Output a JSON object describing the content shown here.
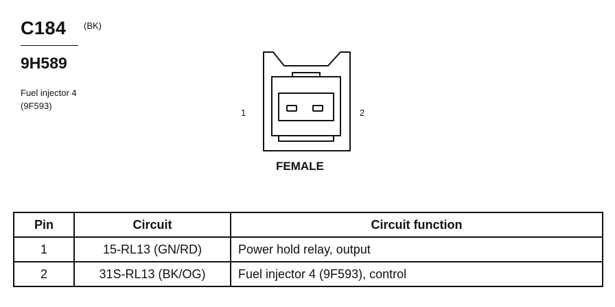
{
  "header": {
    "connector_id": "C184",
    "connector_color": "(BK)",
    "part_number": "9H589",
    "component_name": "Fuel injector 4",
    "component_code": "(9F593)"
  },
  "diagram": {
    "pin_labels": [
      "1",
      "2"
    ],
    "gender": "FEMALE"
  },
  "table": {
    "columns": [
      "Pin",
      "Circuit",
      "Circuit function"
    ],
    "rows": [
      {
        "pin": "1",
        "circuit": "15-RL13 (GN/RD)",
        "function": "Power hold relay, output"
      },
      {
        "pin": "2",
        "circuit": "31S-RL13 (BK/OG)",
        "function": "Fuel injector 4 (9F593), control"
      }
    ]
  }
}
